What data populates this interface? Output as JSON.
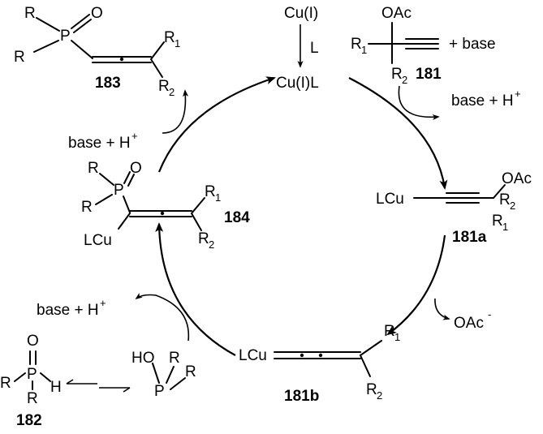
{
  "labels": {
    "cu_i": "Cu(I)",
    "ligand": "L",
    "cu_i_l": "Cu(I)L",
    "oac": "OAc",
    "r1": "R",
    "r1_sub": "1",
    "r2": "R",
    "r2_sub": "2",
    "r": "R",
    "plus_base": "+ base",
    "base_h": "base + H",
    "h_plus_sup": "+",
    "lcu": "LCu",
    "oac_minus": "OAc",
    "minus_sup": "-",
    "p": "P",
    "o": "O",
    "h": "H",
    "ho": "HO"
  },
  "compounds": {
    "c181": "181",
    "c181a": "181a",
    "c181b": "181b",
    "c182": "182",
    "c183": "183",
    "c184": "184"
  }
}
